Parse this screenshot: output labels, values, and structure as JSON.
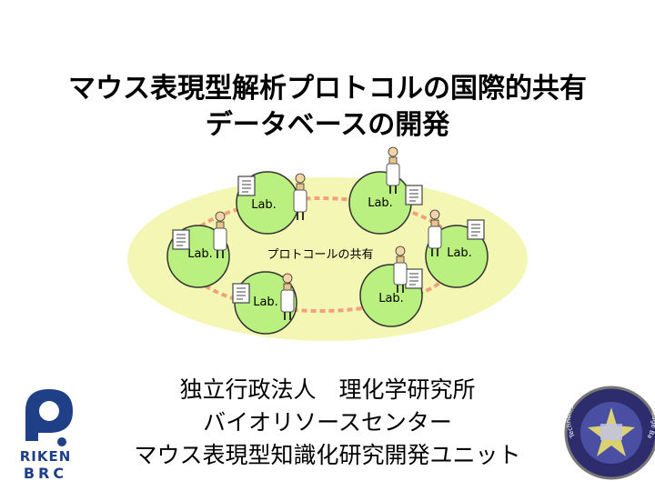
{
  "title": {
    "line1": "マウス表現型解析プロトコルの国際的共有",
    "line2": "データベースの開発"
  },
  "diagram": {
    "center_label": "プロトコールの共有",
    "node_label": "Lab."
  },
  "organization": {
    "line1": "独立行政法人　理化学研究所",
    "line2": "バイオリソースセンター",
    "line3": "マウス表現型知識化研究開発ユニット"
  },
  "logos": {
    "riken_top": "RIKEN",
    "riken_bottom": "BRC",
    "seal_text": "Technology and Development Unit for Knowledge Base of Mouse Phenotype"
  },
  "colors": {
    "ellipse_fill": "#f4f7b4",
    "ring_stroke": "#f1a17b",
    "lab_fill": "#b9f07f",
    "riken_blue": "#1f3f87"
  }
}
